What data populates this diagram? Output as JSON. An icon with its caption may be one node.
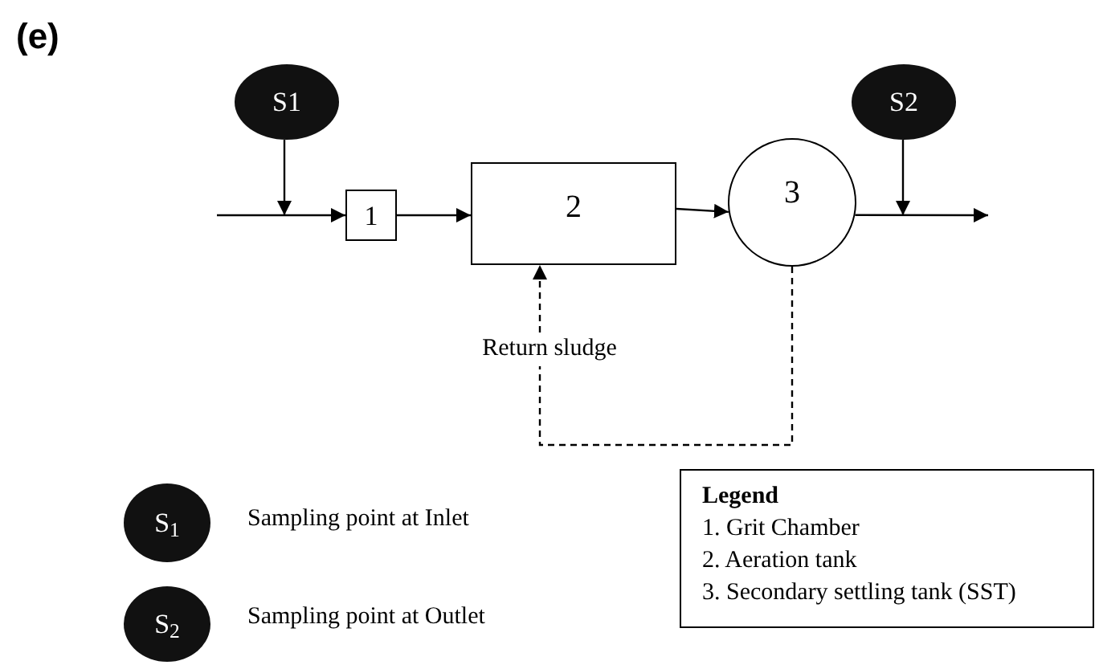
{
  "diagram": {
    "title": "(e)",
    "nodes": [
      {
        "text": [
          "S1"
        ]
      },
      {
        "text": [
          "1"
        ]
      },
      {
        "text": [
          "2"
        ]
      },
      {
        "text": [
          "3"
        ]
      },
      {
        "text": [
          "S2"
        ]
      },
      {
        "text": [
          "Return sludge"
        ]
      },
      {
        "text": [
          "Legend",
          "1. Grit Chamber",
          "2. Aeration tank",
          "3. Secondary settling tank (SST)"
        ]
      },
      {
        "text": [
          "S$_{1}$"
        ],
        "beside": [
          "Sampling point at Inlet"
        ]
      },
      {
        "text": [
          "S$_{2}$"
        ],
        "beside": [
          "Sampling point at Outlet"
        ]
      }
    ],
    "edges": [
      {
        "from": null,
        "to": 1,
        "arrow": "to"
      },
      {
        "from": 0,
        "to": null,
        "arrow": "to"
      },
      {
        "from": 1,
        "to": 2,
        "arrow": "to"
      },
      {
        "from": 2,
        "to": 3,
        "arrow": "to"
      },
      {
        "from": 3,
        "to": null,
        "arrow": "to"
      },
      {
        "from": 4,
        "to": null,
        "arrow": "to"
      },
      {
        "from": 3,
        "to": 5,
        "arrow": "none",
        "style": "dashed"
      },
      {
        "from": 5,
        "to": 2,
        "arrow": "to",
        "style": "dashed"
      }
    ]
  }
}
